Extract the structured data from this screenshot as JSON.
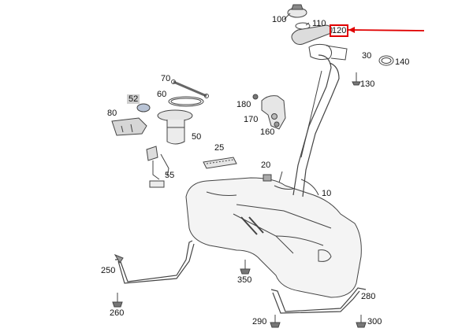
{
  "diagram": {
    "labels": [
      {
        "id": "100",
        "text": "100"
      },
      {
        "id": "110",
        "text": "110"
      },
      {
        "id": "120",
        "text": "120"
      },
      {
        "id": "30",
        "text": "30"
      },
      {
        "id": "140",
        "text": "140"
      },
      {
        "id": "130",
        "text": "130"
      },
      {
        "id": "70",
        "text": "70"
      },
      {
        "id": "52",
        "text": "52"
      },
      {
        "id": "60",
        "text": "60"
      },
      {
        "id": "180",
        "text": "180"
      },
      {
        "id": "80",
        "text": "80"
      },
      {
        "id": "170",
        "text": "170"
      },
      {
        "id": "160",
        "text": "160"
      },
      {
        "id": "50",
        "text": "50"
      },
      {
        "id": "25",
        "text": "25"
      },
      {
        "id": "20",
        "text": "20"
      },
      {
        "id": "55",
        "text": "55"
      },
      {
        "id": "10",
        "text": "10"
      },
      {
        "id": "250",
        "text": "250"
      },
      {
        "id": "350",
        "text": "350"
      },
      {
        "id": "280",
        "text": "280"
      },
      {
        "id": "260",
        "text": "260"
      },
      {
        "id": "290",
        "text": "290"
      },
      {
        "id": "300",
        "text": "300"
      }
    ],
    "highlight_color": "#e00000"
  }
}
